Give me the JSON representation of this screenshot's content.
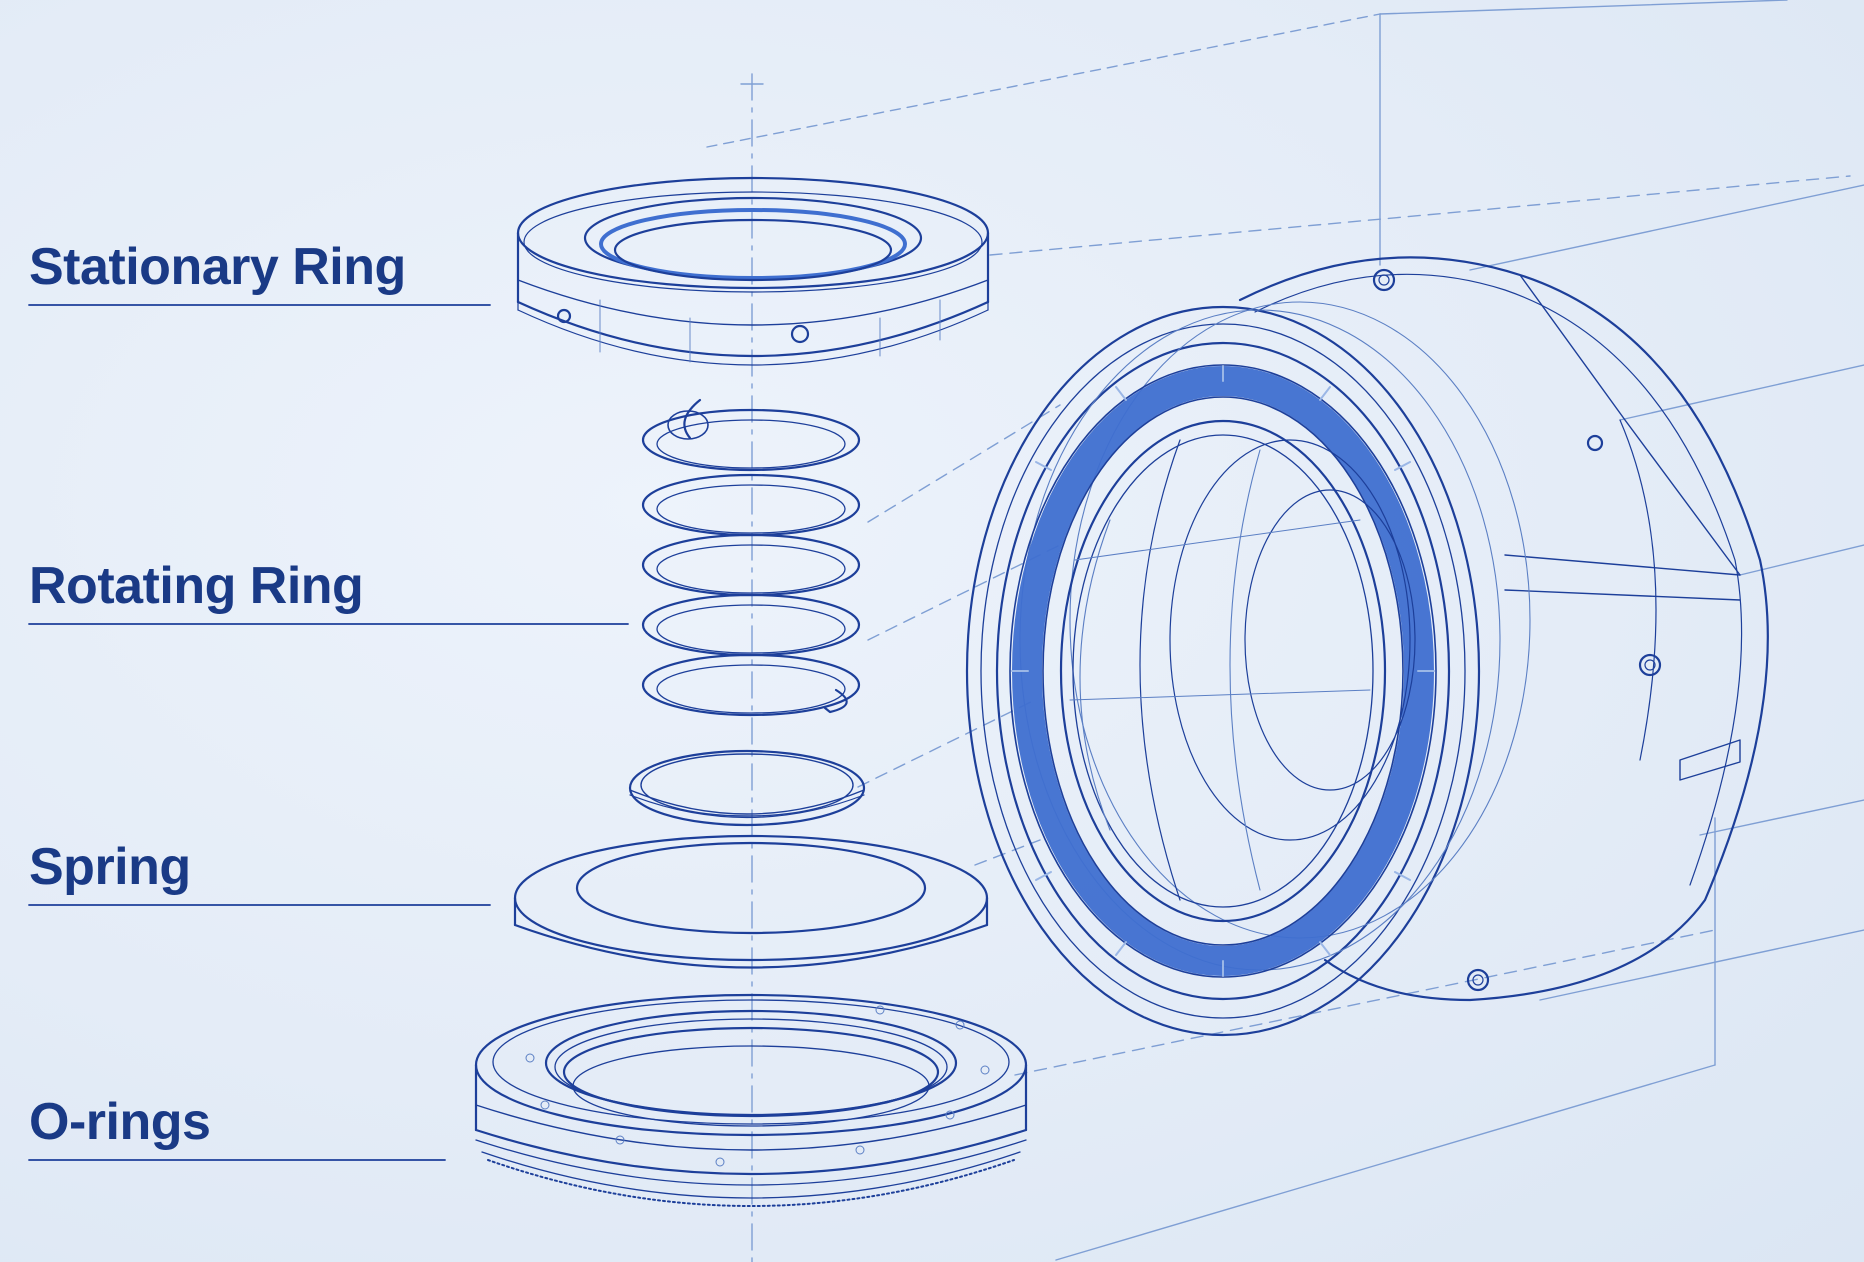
{
  "diagram": {
    "labels": {
      "stationary_ring": "Stationary Ring",
      "rotating_ring": "Rotating Ring",
      "spring": "Spring",
      "o_rings": "O-rings"
    },
    "colors": {
      "background": "#e6eef8",
      "line": "#1d3f9a",
      "faint_line": "#7f9fd4",
      "highlight_band": "#3f6fd0",
      "label_text": "#1a3a86"
    }
  }
}
